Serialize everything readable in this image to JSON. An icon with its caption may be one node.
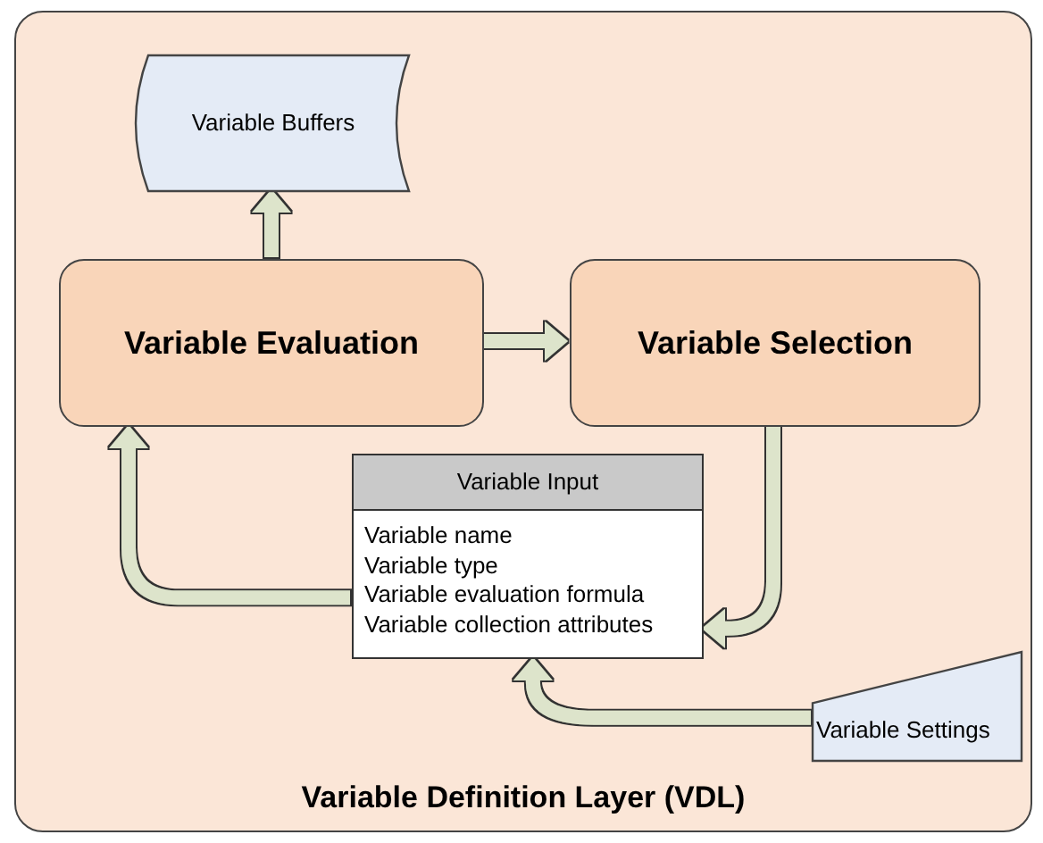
{
  "diagram": {
    "nodes": [
      {
        "text": [
          "Variable Definition Layer (VDL)"
        ]
      },
      {
        "text": [
          "Variable Buffers"
        ],
        "in": 0
      },
      {
        "text": [
          "Variable Evaluation"
        ],
        "in": 0
      },
      {
        "text": [
          "Variable Selection"
        ],
        "in": 0
      },
      {
        "text": [
          "Variable Input",
          "Variable name",
          "Variable type",
          "Variable evaluation formula",
          "Variable collection attributes"
        ],
        "in": 0
      },
      {
        "text": [
          "Variable Settings"
        ],
        "in": 0
      }
    ],
    "edges": [
      {
        "from": 2,
        "to": 1,
        "arrow": "to"
      },
      {
        "from": 2,
        "to": 3,
        "arrow": "to"
      },
      {
        "from": 3,
        "to": 4,
        "arrow": "to"
      },
      {
        "from": 4,
        "to": 2,
        "arrow": "to"
      },
      {
        "from": 5,
        "to": 4,
        "arrow": "to"
      }
    ]
  }
}
